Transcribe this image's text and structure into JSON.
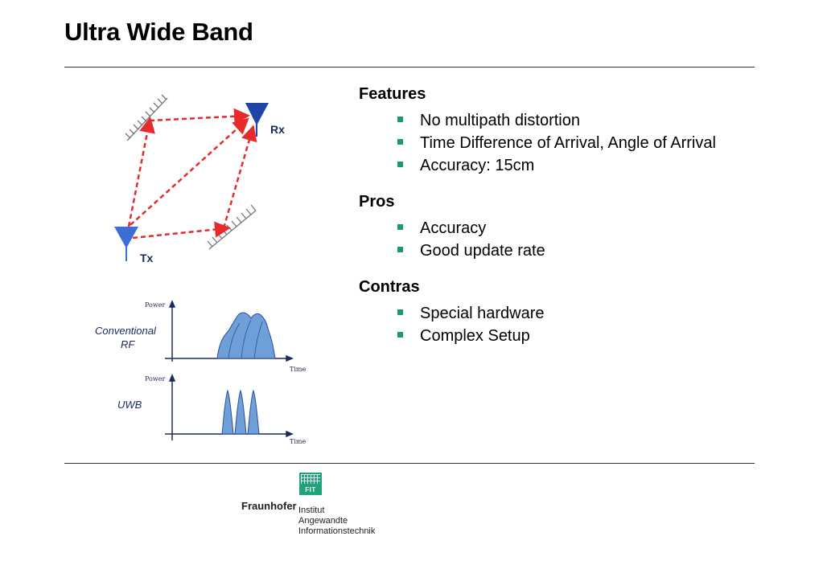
{
  "slide": {
    "title": "Ultra Wide Band"
  },
  "diagram": {
    "rx_label": "Rx",
    "tx_label": "Tx"
  },
  "waveforms": {
    "power_label": "Power",
    "time_label": "Time",
    "conventional_label_line1": "Conventional",
    "conventional_label_line2": "RF",
    "uwb_label": "UWB",
    "conventional_fill": "#6f9fd8",
    "pulse_color": "#6f9fd8"
  },
  "sections": [
    {
      "heading": "Features",
      "items": [
        "No multipath distortion",
        "Time Difference of Arrival, Angle of Arrival",
        "Accuracy: 15cm"
      ]
    },
    {
      "heading": "Pros",
      "items": [
        "Accuracy",
        "Good update rate"
      ]
    },
    {
      "heading": "Contras",
      "items": [
        "Special hardware",
        "Complex Setup"
      ]
    }
  ],
  "logo": {
    "box_text": "FIT",
    "brand": "Fraunhofer",
    "institute_lines": [
      "Institut",
      "Angewandte",
      "Informationstechnik"
    ],
    "color": "#1fa37a"
  },
  "colors": {
    "bullet": "#1a9a6c",
    "ray": "#e82a2a",
    "antenna": "#3b6fd6"
  }
}
